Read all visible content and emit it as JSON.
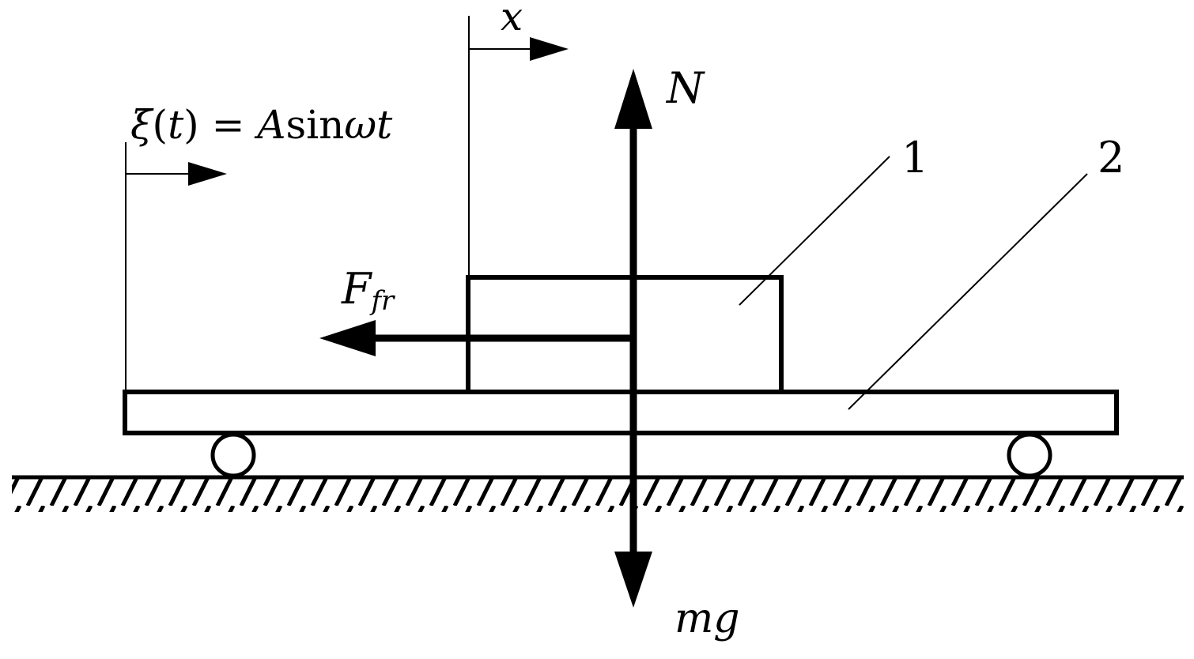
{
  "diagram": {
    "excitation_label": {
      "xi": "ξ",
      "open_paren": "(",
      "t": "t",
      "close_paren": ")",
      "equals": " = ",
      "A": "A",
      "sin": "sin",
      "omega": "ω",
      "t2": "t"
    },
    "displacement_label": "x",
    "normal_force_label": "N",
    "gravity_label": "mg",
    "friction_label": {
      "main": "F",
      "subscript": "fr"
    },
    "callout_block": "1",
    "callout_platform": "2"
  },
  "colors": {
    "stroke": "#000000",
    "background": "#ffffff"
  }
}
